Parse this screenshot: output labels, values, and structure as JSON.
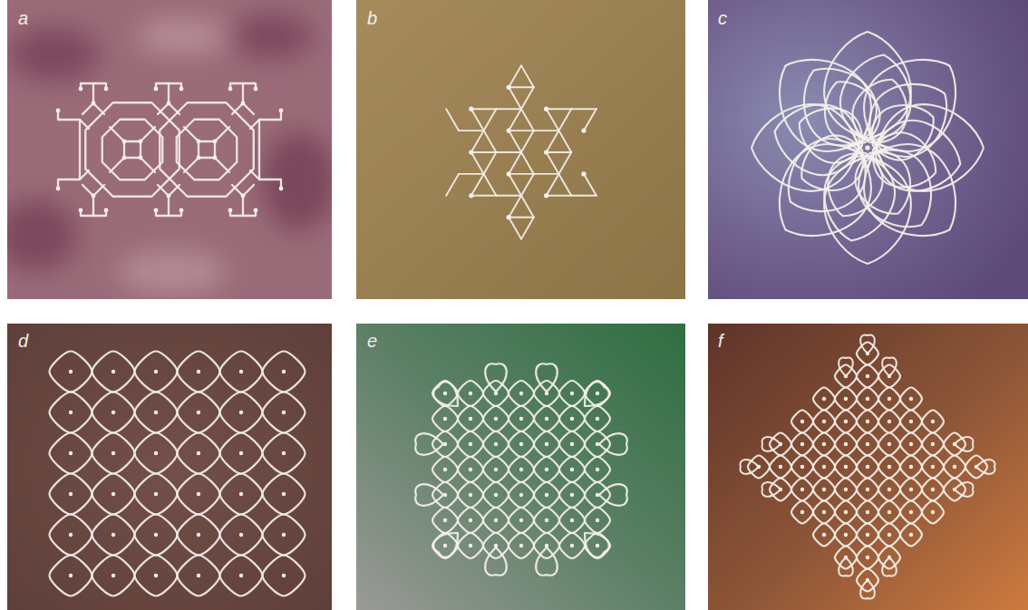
{
  "diagram": {
    "labels": [
      "a",
      "b",
      "c",
      "d",
      "e",
      "f"
    ]
  }
}
